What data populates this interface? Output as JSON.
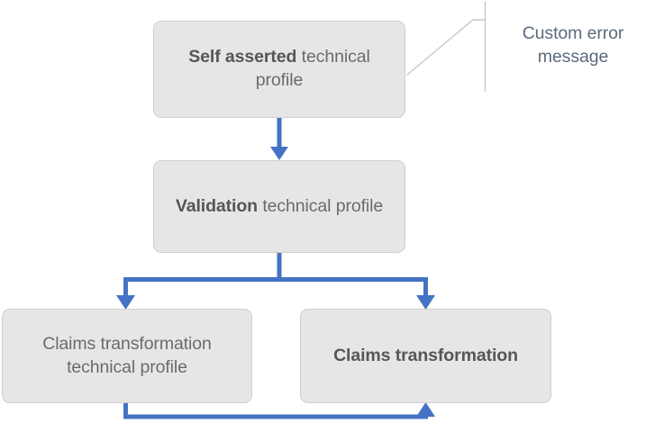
{
  "diagram": {
    "type": "flowchart",
    "accent_color": "#4472c4",
    "node_fill_color": "#e7e6e6",
    "node_border_color": "#cfcfcf",
    "node_text_color": "#5a5a5a",
    "callout_text_color": "#5b6a7d",
    "callout_line_color": "#c8c8c8",
    "nodes": [
      {
        "id": "self-asserted",
        "bold_text": "Self asserted",
        "regular_text": " technical profile"
      },
      {
        "id": "validation",
        "bold_text": "Validation",
        "regular_text": " technical profile"
      },
      {
        "id": "claims-transformation-tp",
        "bold_text": "",
        "regular_text": "Claims transformation technical profile"
      },
      {
        "id": "claims-transformation",
        "bold_text": "Claims transformation",
        "regular_text": ""
      }
    ],
    "callout": {
      "line1": "Custom error",
      "line2": "message"
    }
  }
}
